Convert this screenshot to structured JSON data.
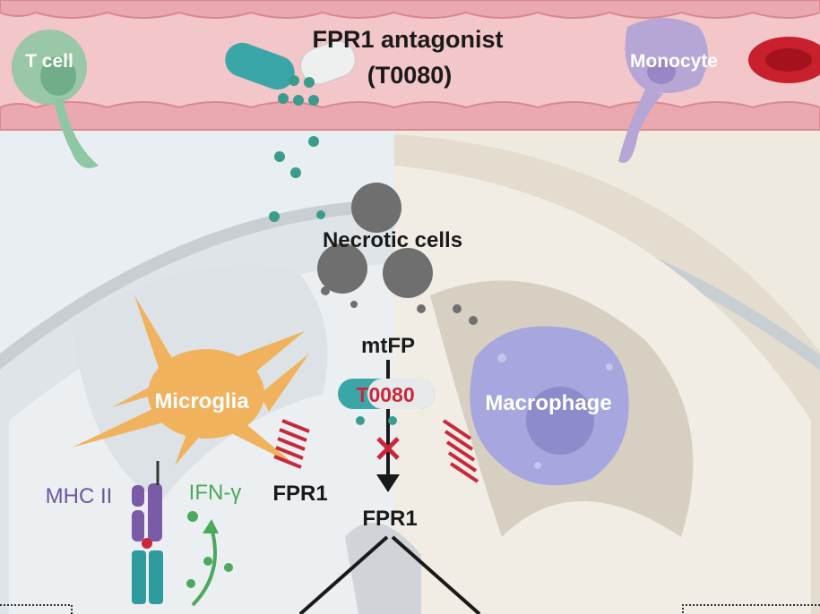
{
  "title": {
    "line1": "FPR1  antagonist",
    "line2": "(T0080)"
  },
  "vessel": {
    "t_cell": "T cell",
    "monocyte": "Monocyte"
  },
  "labels": {
    "necrotic_cells": "Necrotic cells",
    "mtfp": "mtFP",
    "drug_pill": "T0080",
    "microglia": "Microglia",
    "macrophage": "Macrophage",
    "mhc2": "MHC II",
    "ifng": "IFN-γ",
    "fpr1_receptor": "FPR1",
    "fpr1_center": "FPR1"
  },
  "colors": {
    "vessel": "#f3c6c9",
    "endothelium": "#e79aa2",
    "drug_teal": "#3aa6a8",
    "microglia": "#f0b25c",
    "macrophage": "#a7a6de",
    "receptor_red": "#c8283a",
    "mhc_purple": "#7b5aa8",
    "ifng_green": "#4aa95a",
    "inhibit_red": "#c8283a"
  }
}
